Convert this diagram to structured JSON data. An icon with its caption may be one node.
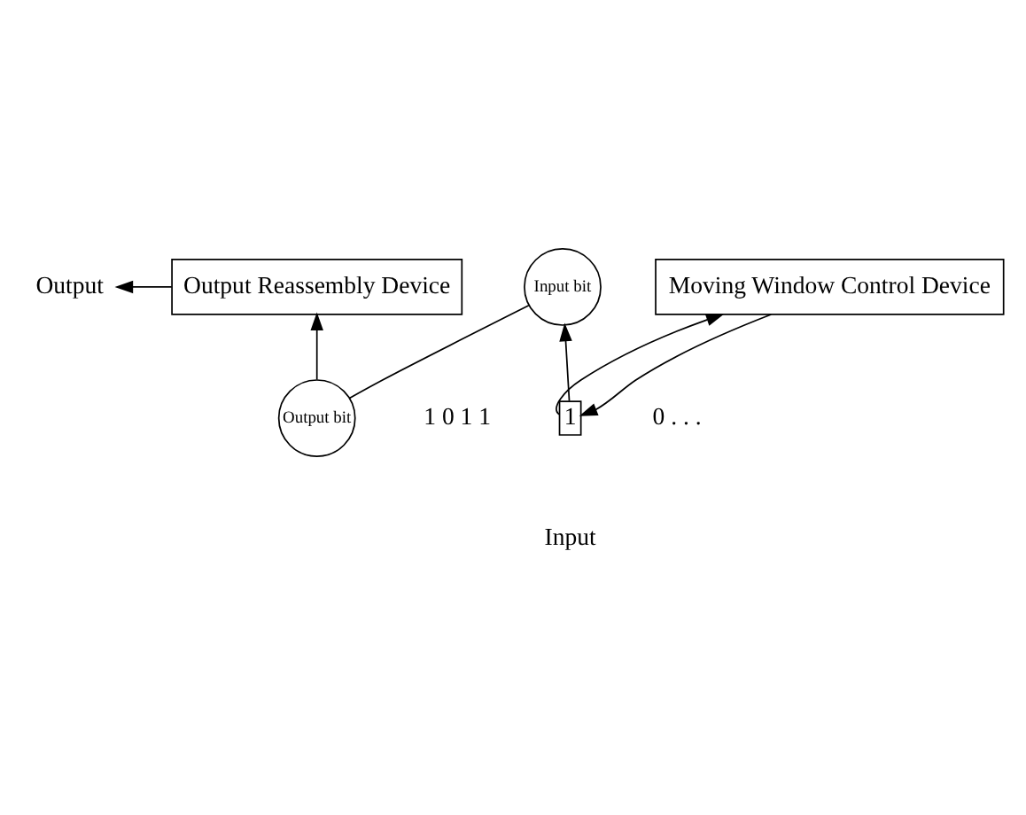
{
  "diagram": {
    "nodes": [
      {
        "text": [
          "Output"
        ]
      },
      {
        "text": [
          "Output Reassembly Device"
        ]
      },
      {
        "text": [
          "Output bit"
        ]
      },
      {
        "text": [
          "Input bit"
        ]
      },
      {
        "text": [
          "1"
        ]
      },
      {
        "text": [
          "Moving Window Control Device"
        ]
      }
    ],
    "edges": [
      {
        "from": 1,
        "to": 0,
        "arrow": "to"
      },
      {
        "from": 2,
        "to": 1,
        "arrow": "to"
      },
      {
        "from": 2,
        "to": 3,
        "arrow": "none"
      },
      {
        "from": 4,
        "to": 3,
        "arrow": "to"
      },
      {
        "from": 5,
        "to": 4,
        "arrow": "to"
      },
      {
        "from": 4,
        "to": 5,
        "arrow": "to"
      }
    ],
    "labels": [
      "1 0 1 1",
      "0 . . .",
      "Input"
    ]
  }
}
